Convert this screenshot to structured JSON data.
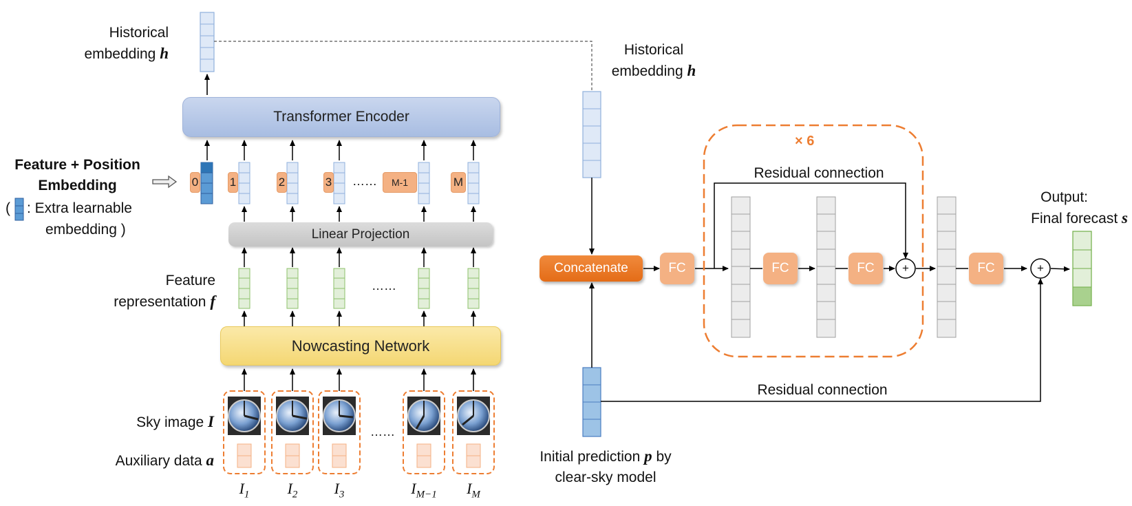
{
  "historical_embedding_left": {
    "line1": "Historical",
    "line2": "embedding",
    "symbol": "h"
  },
  "historical_embedding_right": {
    "line1": "Historical",
    "line2": "embedding",
    "symbol": "h"
  },
  "transformer_encoder": "Transformer Encoder",
  "linear_projection": "Linear Projection",
  "nowcasting_network": "Nowcasting Network",
  "feature_position": {
    "line1": "Feature + Position",
    "line2": "Embedding",
    "paren_open": "(",
    "extra_text": ": Extra learnable",
    "line4": "embedding )"
  },
  "position_tokens": [
    "0",
    "1",
    "2",
    "3",
    "M-1",
    "M"
  ],
  "ellipsis": "……",
  "feature_representation": {
    "line1": "Feature",
    "line2": "representation",
    "symbol": "f"
  },
  "sky_image": {
    "text": "Sky image",
    "symbol": "I"
  },
  "auxiliary_data": {
    "text": "Auxiliary data",
    "symbol": "a"
  },
  "image_labels": [
    {
      "base": "I",
      "sub": "1"
    },
    {
      "base": "I",
      "sub": "2"
    },
    {
      "base": "I",
      "sub": "3"
    },
    {
      "base": "I",
      "sub": "M−1"
    },
    {
      "base": "I",
      "sub": "M"
    }
  ],
  "concatenate": "Concatenate",
  "fc_label": "FC",
  "repeat_label": "× 6",
  "residual_connection_top": "Residual connection",
  "residual_connection_bottom": "Residual connection",
  "plus_symbol": "+",
  "output": {
    "line1": "Output:",
    "line2": "Final forecast",
    "symbol": "s"
  },
  "initial_prediction": {
    "line1_pre": "Initial prediction",
    "symbol": "p",
    "line1_post": "by",
    "line2": "clear-sky model"
  },
  "colors": {
    "blue_cell": "#dfe9f7",
    "blue_border": "#8fb0dc",
    "dark_blue_cell": "#9dc3e6",
    "dark_blue_border": "#4a7dc0",
    "green_cell": "#e2efd9",
    "green_dark": "#a9d18e",
    "green_border": "#70ad47",
    "gray_cell": "#ececec",
    "gray_border": "#a0a0a0",
    "orange": "#ed7d31",
    "fc_fill": "#f4b183"
  }
}
